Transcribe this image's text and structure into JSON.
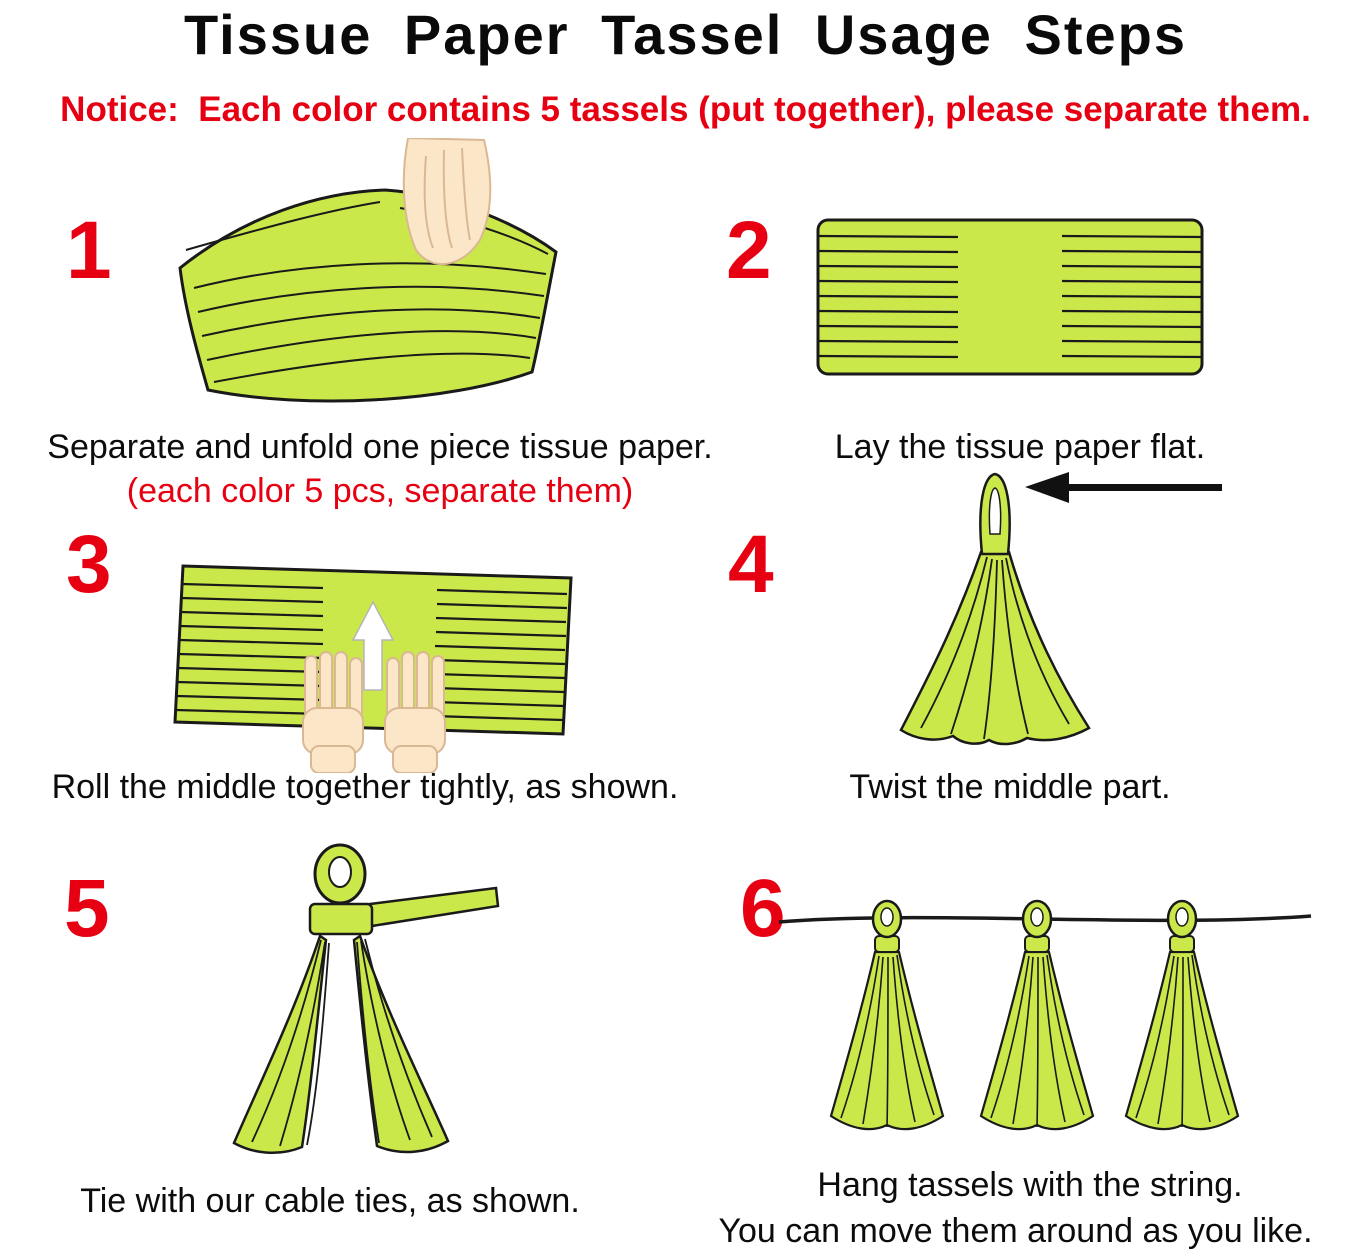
{
  "page": {
    "title": "Tissue Paper Tassel Usage Steps",
    "notice": "Notice:  Each color contains 5 tassels (put together), please separate them."
  },
  "steps": [
    {
      "number": "1",
      "caption": "Separate and unfold one piece tissue paper.",
      "subcaption": "(each color 5 pcs, separate them)"
    },
    {
      "number": "2",
      "caption": "Lay the tissue paper flat."
    },
    {
      "number": "3",
      "caption": "Roll the middle together tightly, as shown."
    },
    {
      "number": "4",
      "caption": "Twist the middle part."
    },
    {
      "number": "5",
      "caption": "Tie with our cable ties, as shown."
    },
    {
      "number": "6",
      "caption": "Hang tassels with the string.",
      "subcaption": "You can move them around as you like."
    }
  ],
  "colors": {
    "accent_red": "#e60012",
    "tissue_green": "#cbe84a"
  }
}
